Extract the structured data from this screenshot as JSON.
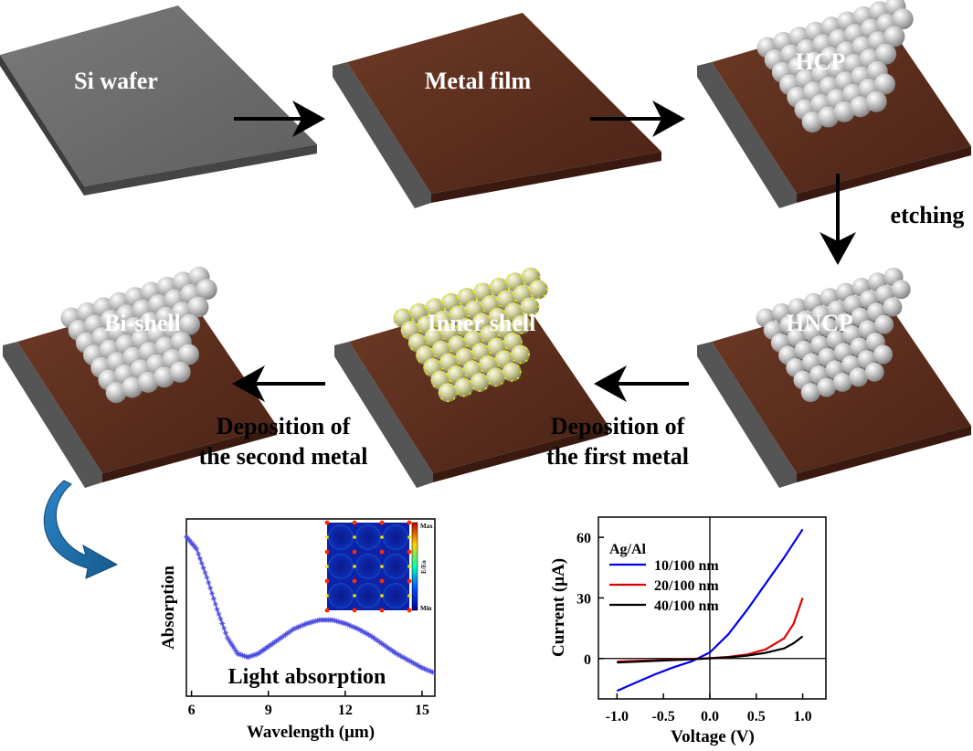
{
  "stages": [
    {
      "id": "si-wafer",
      "label": "Si wafer"
    },
    {
      "id": "metal-film",
      "label": "Metal film"
    },
    {
      "id": "hcp",
      "label": "HCP"
    },
    {
      "id": "hncp",
      "label": "HNCP"
    },
    {
      "id": "inner-shell",
      "label": "Inner shell"
    },
    {
      "id": "bi-shell",
      "label": "Bi-shell"
    }
  ],
  "steps": {
    "etching": "etching",
    "dep1_line1": "Deposition of",
    "dep1_line2": "the first metal",
    "dep2_line1": "Deposition of",
    "dep2_line2": "the second metal"
  },
  "colors": {
    "wafer_top": "#6b6b6b",
    "wafer_side": "#4a4a4a",
    "metal_top": "#5a2e1e",
    "sphere": "#c8c8c8",
    "inner_shell_tint": "#d9d98a",
    "curl_arrow": "#1f6fa8",
    "absorption_series": "#4a4ae0",
    "iv_blue": "#0000ee",
    "iv_red": "#e00000",
    "iv_black": "#000000"
  },
  "chart_data": [
    {
      "type": "line",
      "title": "Light absorption",
      "xlabel": "Wavelength (μm)",
      "ylabel": "Absorption",
      "xlim": [
        5.8,
        15.5
      ],
      "xticks": [
        "6",
        "9",
        "12",
        "15"
      ],
      "xtick_values": [
        6,
        9,
        12,
        15
      ],
      "y_ticks_shown": false,
      "series": [
        {
          "x": [
            5.8,
            6.2,
            6.6,
            7.0,
            7.4,
            7.8,
            8.2,
            8.6,
            9.0,
            9.5,
            10.0,
            10.5,
            11.0,
            11.5,
            12.0,
            12.5,
            13.0,
            13.5,
            14.0,
            14.5,
            15.0,
            15.5
          ],
          "y": [
            0.95,
            0.88,
            0.72,
            0.54,
            0.38,
            0.29,
            0.27,
            0.29,
            0.33,
            0.38,
            0.43,
            0.46,
            0.48,
            0.48,
            0.46,
            0.43,
            0.39,
            0.34,
            0.29,
            0.25,
            0.21,
            0.18
          ]
        }
      ],
      "inset": {
        "colorbar_max": "Max",
        "colorbar_min": "Min",
        "colorbar_label": "E/Eo"
      }
    },
    {
      "type": "line",
      "xlabel": "Voltage (V)",
      "ylabel": "Current (μA)",
      "xlim": [
        -1.2,
        1.25
      ],
      "ylim": [
        -20,
        70
      ],
      "xticks": [
        "-1.0",
        "-0.5",
        "0.0",
        "0.5",
        "1.0"
      ],
      "xtick_values": [
        -1.0,
        -0.5,
        0.0,
        0.5,
        1.0
      ],
      "yticks": [
        "0",
        "30",
        "60"
      ],
      "ytick_values": [
        0,
        30,
        60
      ],
      "legend_title": "Ag/Al",
      "legend_position": "top-left",
      "series": [
        {
          "name": "10/100 nm",
          "color": "#0000ee",
          "x": [
            -1.0,
            -0.8,
            -0.6,
            -0.4,
            -0.2,
            0.0,
            0.2,
            0.4,
            0.6,
            0.8,
            1.0
          ],
          "y": [
            -16,
            -12,
            -8,
            -4.5,
            -1.5,
            3,
            12,
            24,
            37,
            50,
            64
          ]
        },
        {
          "name": "20/100 nm",
          "color": "#e00000",
          "x": [
            -1.0,
            -0.8,
            -0.6,
            -0.4,
            -0.2,
            0.0,
            0.2,
            0.4,
            0.6,
            0.8,
            0.9,
            1.0
          ],
          "y": [
            -1.5,
            -1.2,
            -0.9,
            -0.5,
            -0.2,
            0.2,
            0.8,
            2,
            4.5,
            10,
            17,
            30
          ]
        },
        {
          "name": "40/100 nm",
          "color": "#000000",
          "x": [
            -1.0,
            -0.8,
            -0.6,
            -0.4,
            -0.2,
            0.0,
            0.2,
            0.4,
            0.6,
            0.8,
            0.9,
            1.0
          ],
          "y": [
            -2,
            -1.6,
            -1.2,
            -0.8,
            -0.4,
            0.1,
            0.6,
            1.4,
            2.8,
            5,
            7.5,
            11
          ]
        }
      ]
    }
  ]
}
